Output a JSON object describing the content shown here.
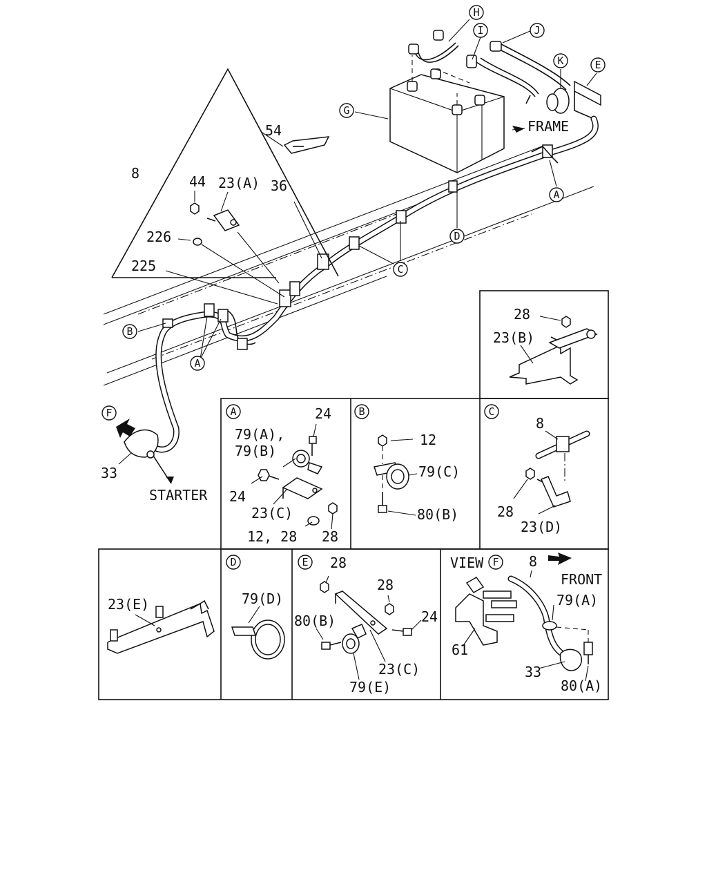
{
  "callouts": {
    "H": "H",
    "I": "I",
    "J": "J",
    "K": "K",
    "E": "E",
    "G": "G",
    "A1": "A",
    "A2": "A",
    "B": "B",
    "C": "C",
    "D": "D",
    "F": "F"
  },
  "labels": {
    "frame": "FRAME",
    "starter": "STARTER",
    "p54": "54",
    "p8": "8",
    "p44": "44",
    "p23a": "23(A)",
    "p36": "36",
    "p226": "226",
    "p225": "225",
    "p33": "33"
  },
  "detail_b2": {
    "p28": "28",
    "p23b": "23(B)"
  },
  "detail_a": {
    "title": "A",
    "p24_top": "24",
    "p79a": "79(A),",
    "p79b": "79(B)",
    "p24_left": "24",
    "p23c": "23(C)",
    "p12_28": "12, 28",
    "p28": "28"
  },
  "detail_b": {
    "title": "B",
    "p12": "12",
    "p79c": "79(C)",
    "p80b": "80(B)"
  },
  "detail_c": {
    "title": "C",
    "p8": "8",
    "p28": "28",
    "p23d": "23(D)"
  },
  "detail_e_plate": {
    "p23e": "23(E)"
  },
  "detail_d": {
    "title": "D",
    "p79d": "79(D)"
  },
  "detail_e": {
    "title": "E",
    "p28_a": "28",
    "p28_b": "28",
    "p80b": "80(B)",
    "p24": "24",
    "p23c": "23(C)",
    "p79e": "79(E)"
  },
  "view_f": {
    "title_prefix": "VIEW",
    "title_circle": "F",
    "front": "FRONT",
    "p8": "8",
    "p79a": "79(A)",
    "p61": "61",
    "p33": "33",
    "p80a": "80(A)"
  }
}
